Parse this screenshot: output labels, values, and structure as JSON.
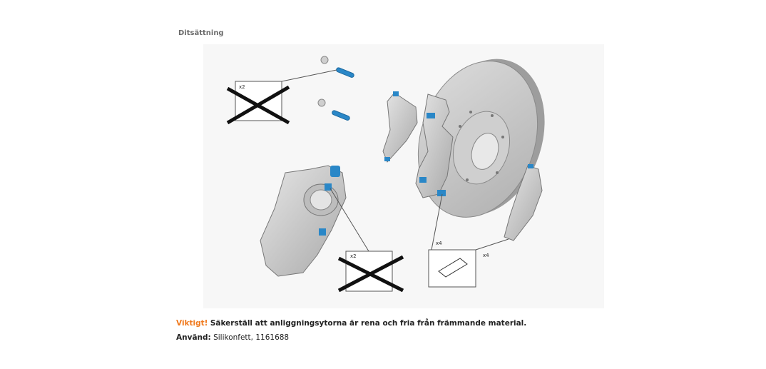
{
  "section": {
    "title": "Ditsättning"
  },
  "illustration": {
    "callouts": {
      "qty_top_box": "x2",
      "qty_bottom_box": "x2",
      "qty_grease": "x4",
      "qty_pad": "x4"
    }
  },
  "notes": {
    "important_label": "Viktigt!",
    "important_text": "Säkerställ att anliggningsytorna är rena och fria från främmande material.",
    "use_label": "Använd:",
    "use_text": "Silikonfett, 1161688"
  },
  "colors": {
    "warning": "#f07a1e",
    "part_blue": "#2a87c7",
    "metal_gray": "#c9c9c9"
  }
}
